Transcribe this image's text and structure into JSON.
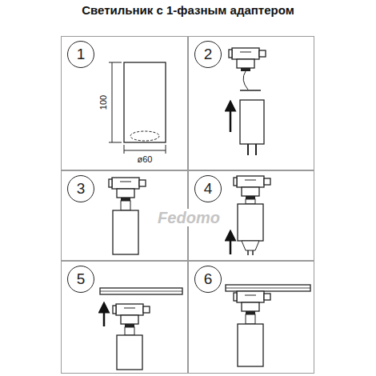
{
  "diagram": {
    "title": "Светильник с 1-фазным адаптером",
    "nodes": [
      {
        "text": [
          "1"
        ]
      },
      {
        "text": [
          "2"
        ]
      },
      {
        "text": [
          "3"
        ]
      },
      {
        "text": [
          "4"
        ]
      },
      {
        "text": [
          "5"
        ]
      },
      {
        "text": [
          "6"
        ]
      }
    ],
    "labels": [
      "100",
      "ø60",
      "Fedomo"
    ]
  }
}
